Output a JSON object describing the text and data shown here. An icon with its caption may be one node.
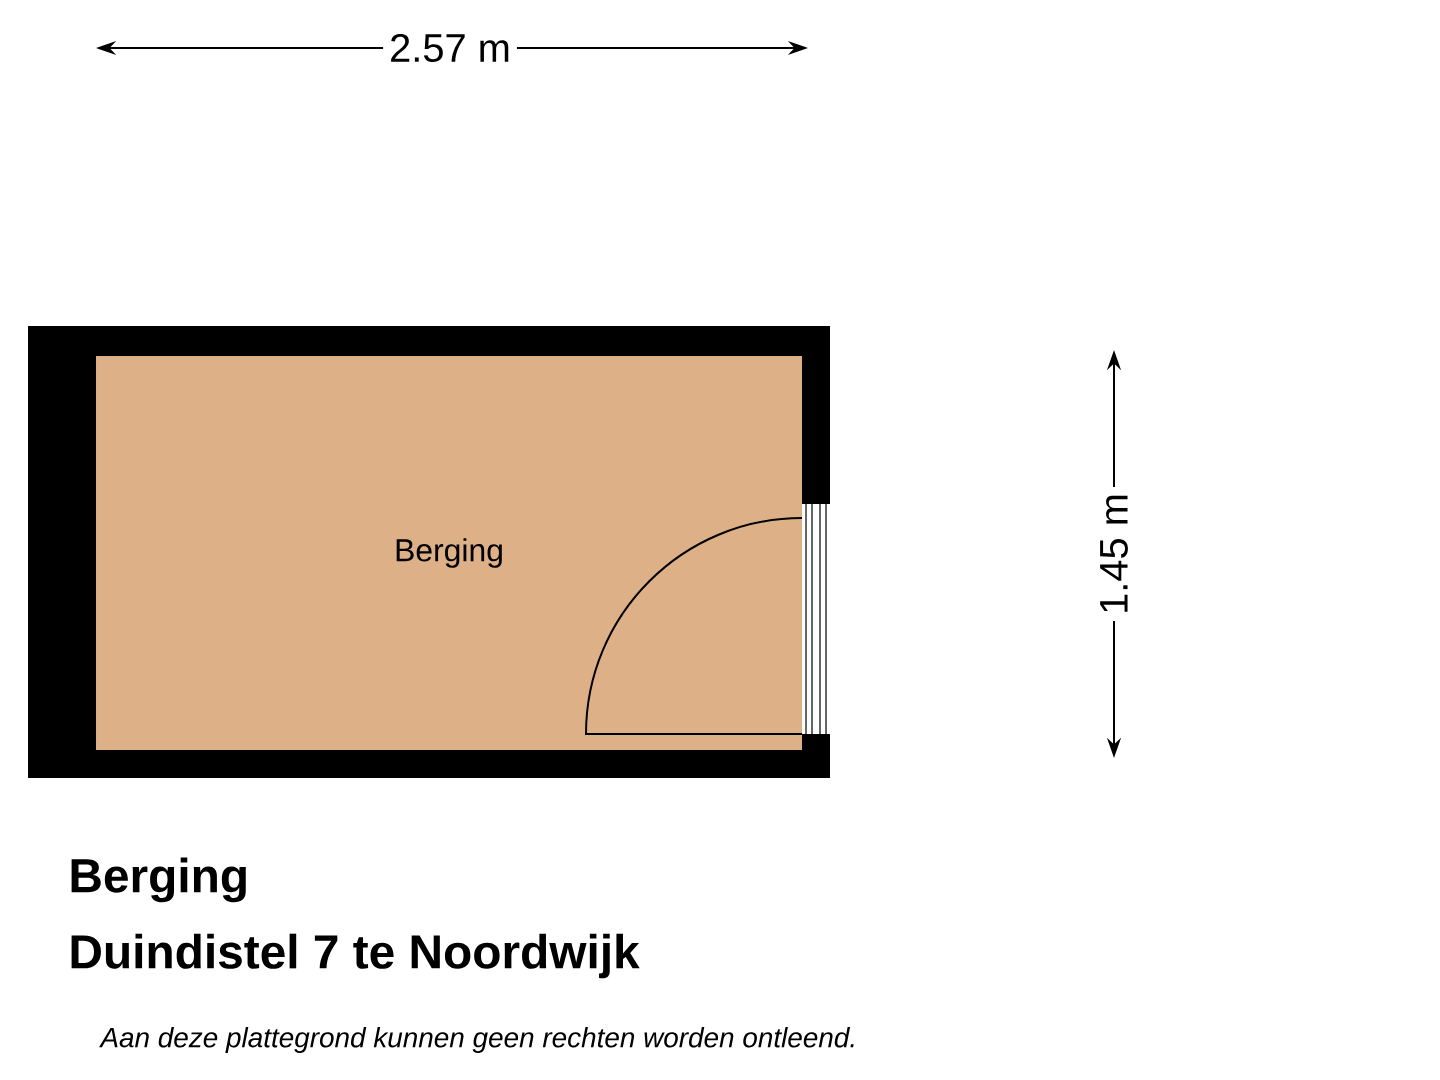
{
  "diagram": {
    "caption": "Aan deze plattegrond kunnen geen rechten worden ontleend.",
    "nodes": [
      {
        "text": [
          "Berging"
        ]
      }
    ],
    "labels": [
      "2.57 m",
      "1.45 m",
      "Berging",
      "Duindistel 7 te Noordwijk"
    ]
  }
}
